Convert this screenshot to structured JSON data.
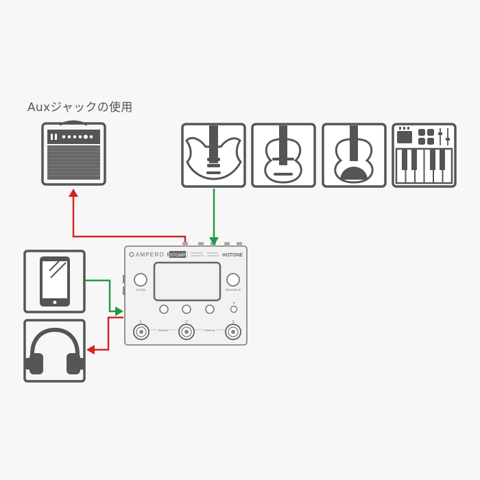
{
  "title": "Auxジャックの使用",
  "device": {
    "brand_left": "AMPERO Ⅱ",
    "model_badge": "STOMP",
    "brand_right": "HOTONE",
    "footswitch_labels": [
      "1",
      "2",
      "3"
    ],
    "bank_down_label": "BANK▼",
    "bank_up_label": "BANK▲",
    "knob_left_label": "VOLUME",
    "knob_right_label": "MENU/VALUE"
  },
  "colors": {
    "line_red": "#d6231f",
    "line_green": "#1f9a47",
    "icon_dark": "#555555"
  },
  "icons": [
    "amp-icon",
    "electric-guitar-icon",
    "acoustic-guitar-icon",
    "acoustic-guitar-round-icon",
    "midi-keyboard-icon",
    "smartphone-icon",
    "headphones-icon"
  ]
}
